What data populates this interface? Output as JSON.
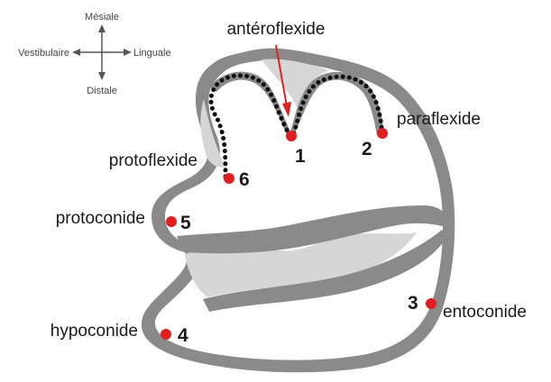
{
  "orientation": {
    "top": "Mésiale",
    "left": "Vestibulaire",
    "right": "Linguale",
    "bottom": "Distale"
  },
  "labels": {
    "anteroflexide": "antéroflexide",
    "paraflexide": "paraflexide",
    "protoflexide": "protoflexide",
    "protoconide": "protoconide",
    "hypoconide": "hypoconide",
    "entoconide": "entoconide"
  },
  "points": {
    "p1": "1",
    "p2": "2",
    "p3": "3",
    "p4": "4",
    "p5": "5",
    "p6": "6"
  },
  "colors": {
    "enamel": "#8a8a8a",
    "dentine": "#d6d6d6",
    "marker": "#e02020",
    "arrow": "#e02020",
    "dots": "#111111"
  }
}
